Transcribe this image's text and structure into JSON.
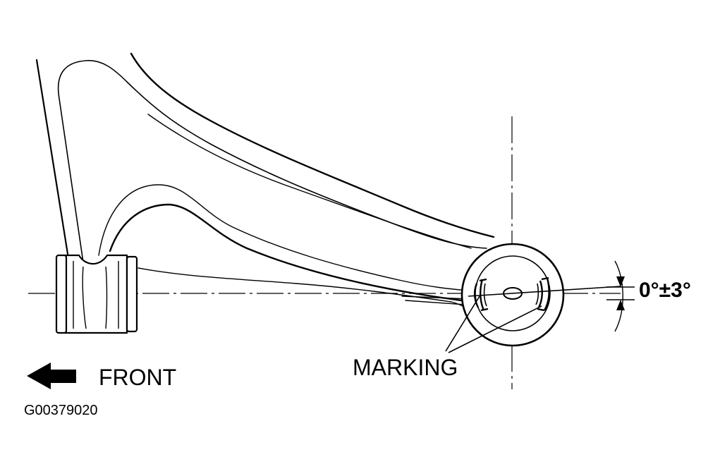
{
  "labels": {
    "angle": "0°±3°",
    "marking": "MARKING",
    "front": "FRONT",
    "figure_code": "G00379020"
  },
  "colors": {
    "line": "#000000",
    "background": "#ffffff"
  },
  "icons": {
    "front_arrow": "arrow-left-icon"
  }
}
